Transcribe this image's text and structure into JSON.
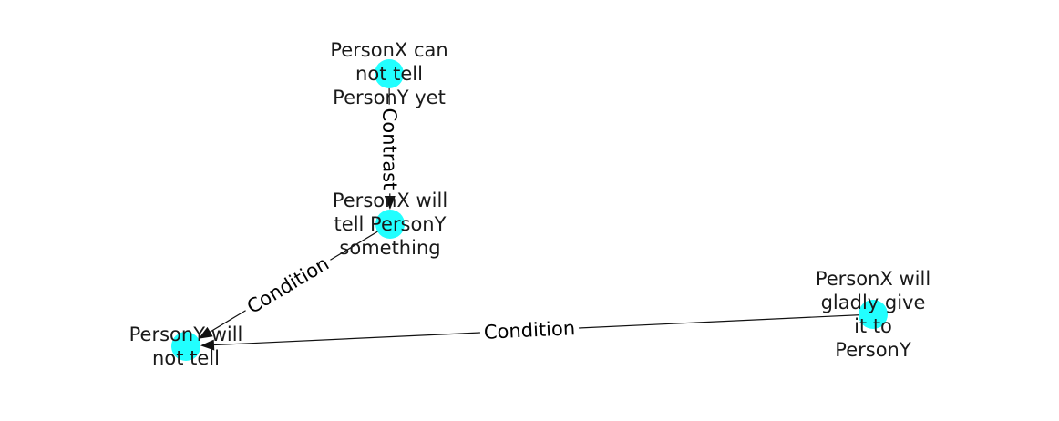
{
  "graph": {
    "node_color": "#22ffff",
    "edge_color": "#111111",
    "background": "#ffffff",
    "nodes": [
      {
        "id": "n1",
        "label": [
          "PersonX can",
          "not tell",
          "PersonY yet"
        ]
      },
      {
        "id": "n2",
        "label": [
          "PersonX will",
          "tell PersonY",
          "something"
        ]
      },
      {
        "id": "n3",
        "label": [
          "PersonY will",
          "not tell"
        ]
      },
      {
        "id": "n4",
        "label": [
          "PersonX will",
          "gladly give",
          "it to",
          "PersonY"
        ]
      }
    ],
    "edges": [
      {
        "id": "e1",
        "source": "n1",
        "target": "n2",
        "label": "Contrast"
      },
      {
        "id": "e2",
        "source": "n2",
        "target": "n3",
        "label": "Condition"
      },
      {
        "id": "e3",
        "source": "n4",
        "target": "n3",
        "label": "Condition"
      }
    ]
  }
}
